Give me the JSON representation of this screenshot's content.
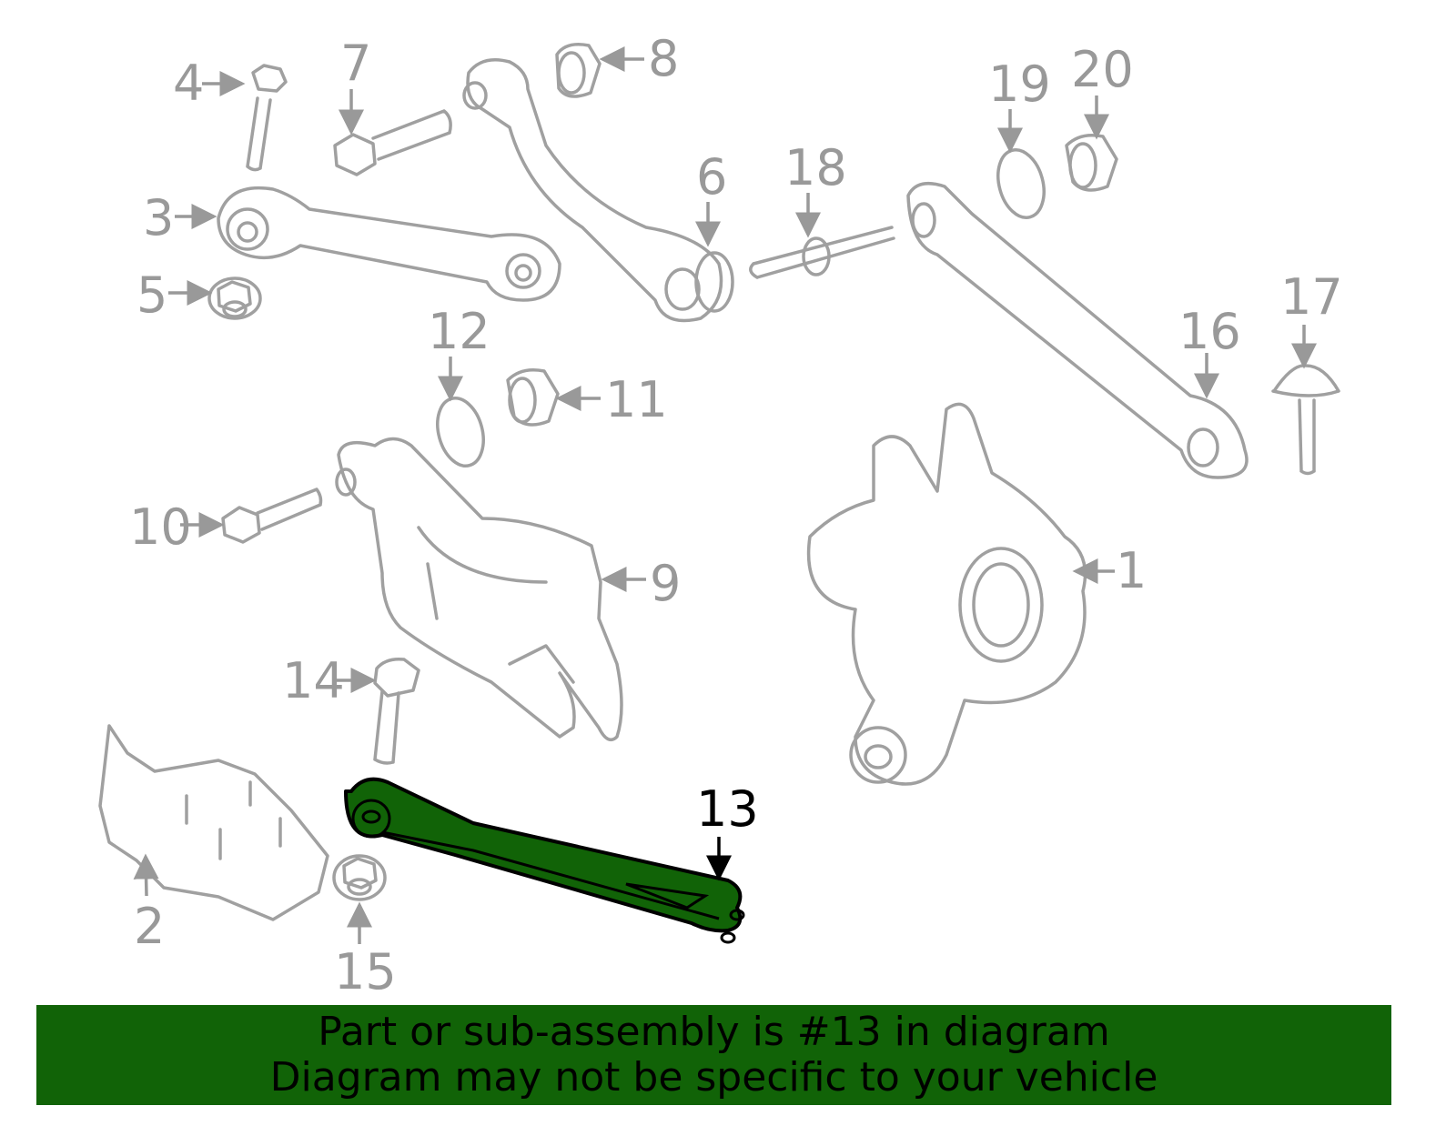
{
  "diagram": {
    "selected_part": "13",
    "highlight_color": "#116307",
    "callouts": [
      {
        "id": "1",
        "label": "1"
      },
      {
        "id": "2",
        "label": "2"
      },
      {
        "id": "3",
        "label": "3"
      },
      {
        "id": "4",
        "label": "4"
      },
      {
        "id": "5",
        "label": "5"
      },
      {
        "id": "6",
        "label": "6"
      },
      {
        "id": "7",
        "label": "7"
      },
      {
        "id": "8",
        "label": "8"
      },
      {
        "id": "9",
        "label": "9"
      },
      {
        "id": "10",
        "label": "10"
      },
      {
        "id": "11",
        "label": "11"
      },
      {
        "id": "12",
        "label": "12"
      },
      {
        "id": "13",
        "label": "13"
      },
      {
        "id": "14",
        "label": "14"
      },
      {
        "id": "15",
        "label": "15"
      },
      {
        "id": "16",
        "label": "16"
      },
      {
        "id": "17",
        "label": "17"
      },
      {
        "id": "18",
        "label": "18"
      },
      {
        "id": "19",
        "label": "19"
      },
      {
        "id": "20",
        "label": "20"
      }
    ]
  },
  "banner": {
    "line1": "Part or sub-assembly is #13 in diagram",
    "line2": "Diagram may not be specific to your vehicle"
  }
}
